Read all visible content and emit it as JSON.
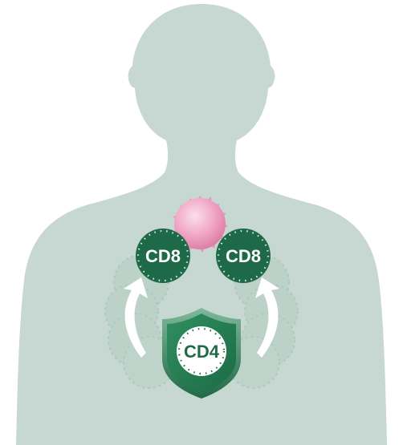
{
  "diagram": {
    "labels": {
      "cd8_left": "CD8",
      "cd8_right": "CD8",
      "cd4": "CD4"
    },
    "icons": {
      "body": "human-silhouette-icon",
      "tumor": "tumor-cell-icon",
      "shield": "shield-icon",
      "arrow_left": "curved-arrow-up-icon",
      "arrow_right": "curved-arrow-up-icon"
    },
    "colors": {
      "background": "#ffffff",
      "body": "#c6d8d1",
      "cd8_fill": "#1e6a48",
      "cd4_shield": "#2b8457",
      "cd4_core": "#ffffff",
      "tumor": "#f2a9c8",
      "arrow": "#ffffff",
      "ghost_cells": "#b5cdc4"
    }
  }
}
